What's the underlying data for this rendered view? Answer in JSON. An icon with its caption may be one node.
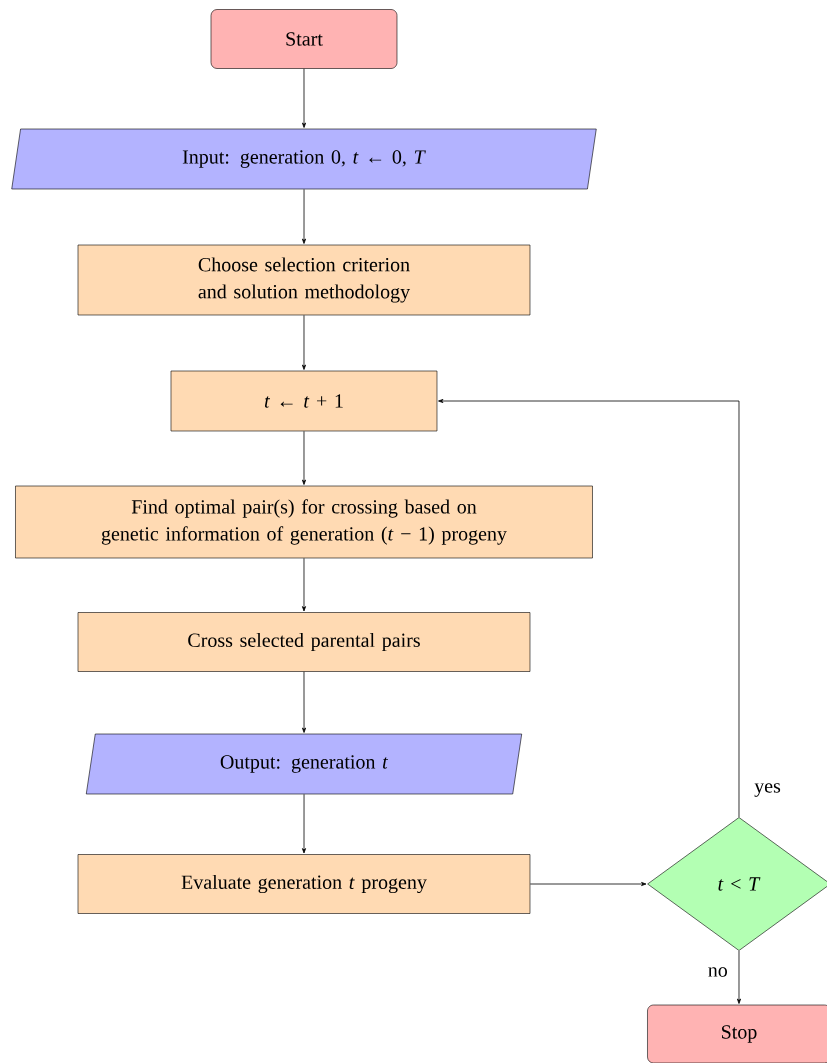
{
  "diagram": {
    "nodes": [
      {
        "text": [
          "Start"
        ]
      },
      {
        "text": [
          "Input: generation 0, *t* ← 0, *T*"
        ]
      },
      {
        "text": [
          "Choose selection criterion and solution methodology"
        ]
      },
      {
        "text": [
          "*t* ← *t* + 1"
        ]
      },
      {
        "text": [
          "Find optimal pair(s) for crossing based on genetic information of generation (*t* − 1) progeny"
        ]
      },
      {
        "text": [
          "Cross selected parental pairs"
        ]
      },
      {
        "text": [
          "Output: generation *t*"
        ]
      },
      {
        "text": [
          "Evaluate generation *t* progeny"
        ]
      },
      {
        "text": [
          "*t* < *T*"
        ]
      },
      {
        "text": [
          "Stop"
        ]
      }
    ],
    "edges": [
      {
        "from": 0,
        "to": 1,
        "arrow": "to"
      },
      {
        "from": 1,
        "to": 2,
        "arrow": "to"
      },
      {
        "from": 2,
        "to": 3,
        "arrow": "to"
      },
      {
        "from": 3,
        "to": 4,
        "arrow": "to"
      },
      {
        "from": 4,
        "to": 5,
        "arrow": "to"
      },
      {
        "from": 5,
        "to": 6,
        "arrow": "to"
      },
      {
        "from": 6,
        "to": 7,
        "arrow": "to"
      },
      {
        "from": 7,
        "to": 8,
        "arrow": "to"
      },
      {
        "from": 8,
        "to": 3,
        "arrow": "to",
        "label": "yes"
      },
      {
        "from": 8,
        "to": 9,
        "arrow": "to",
        "label": "no"
      }
    ]
  }
}
